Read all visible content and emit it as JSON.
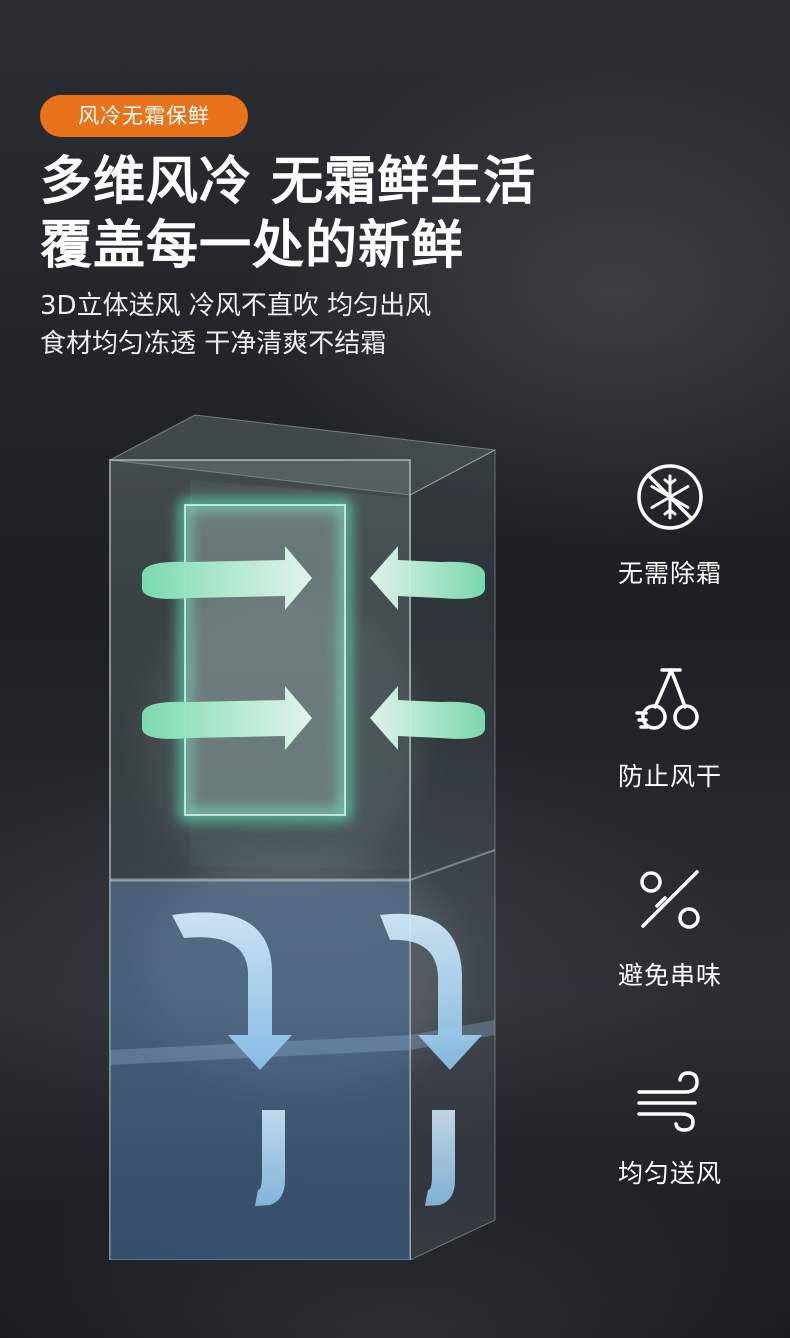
{
  "badge": "风冷无霜保鲜",
  "headline": {
    "line1": "多维风冷 无霜鲜生活",
    "line2": "覆盖每一处的新鲜"
  },
  "subtext": {
    "line1": "3D立体送风 冷风不直吹 均匀出风",
    "line2": "食材均匀冻透 干净清爽不结霜"
  },
  "features": [
    {
      "icon": "snowflake-no-frost-icon",
      "label": "无需除霜"
    },
    {
      "icon": "cherry-fresh-icon",
      "label": "防止风干"
    },
    {
      "icon": "percent-odor-icon",
      "label": "避免串味"
    },
    {
      "icon": "wind-airflow-icon",
      "label": "均匀送风"
    }
  ],
  "colors": {
    "accent": "#e8731a",
    "airflow_green": "#7ee0b4",
    "airflow_blue": "#9fd0f0"
  }
}
